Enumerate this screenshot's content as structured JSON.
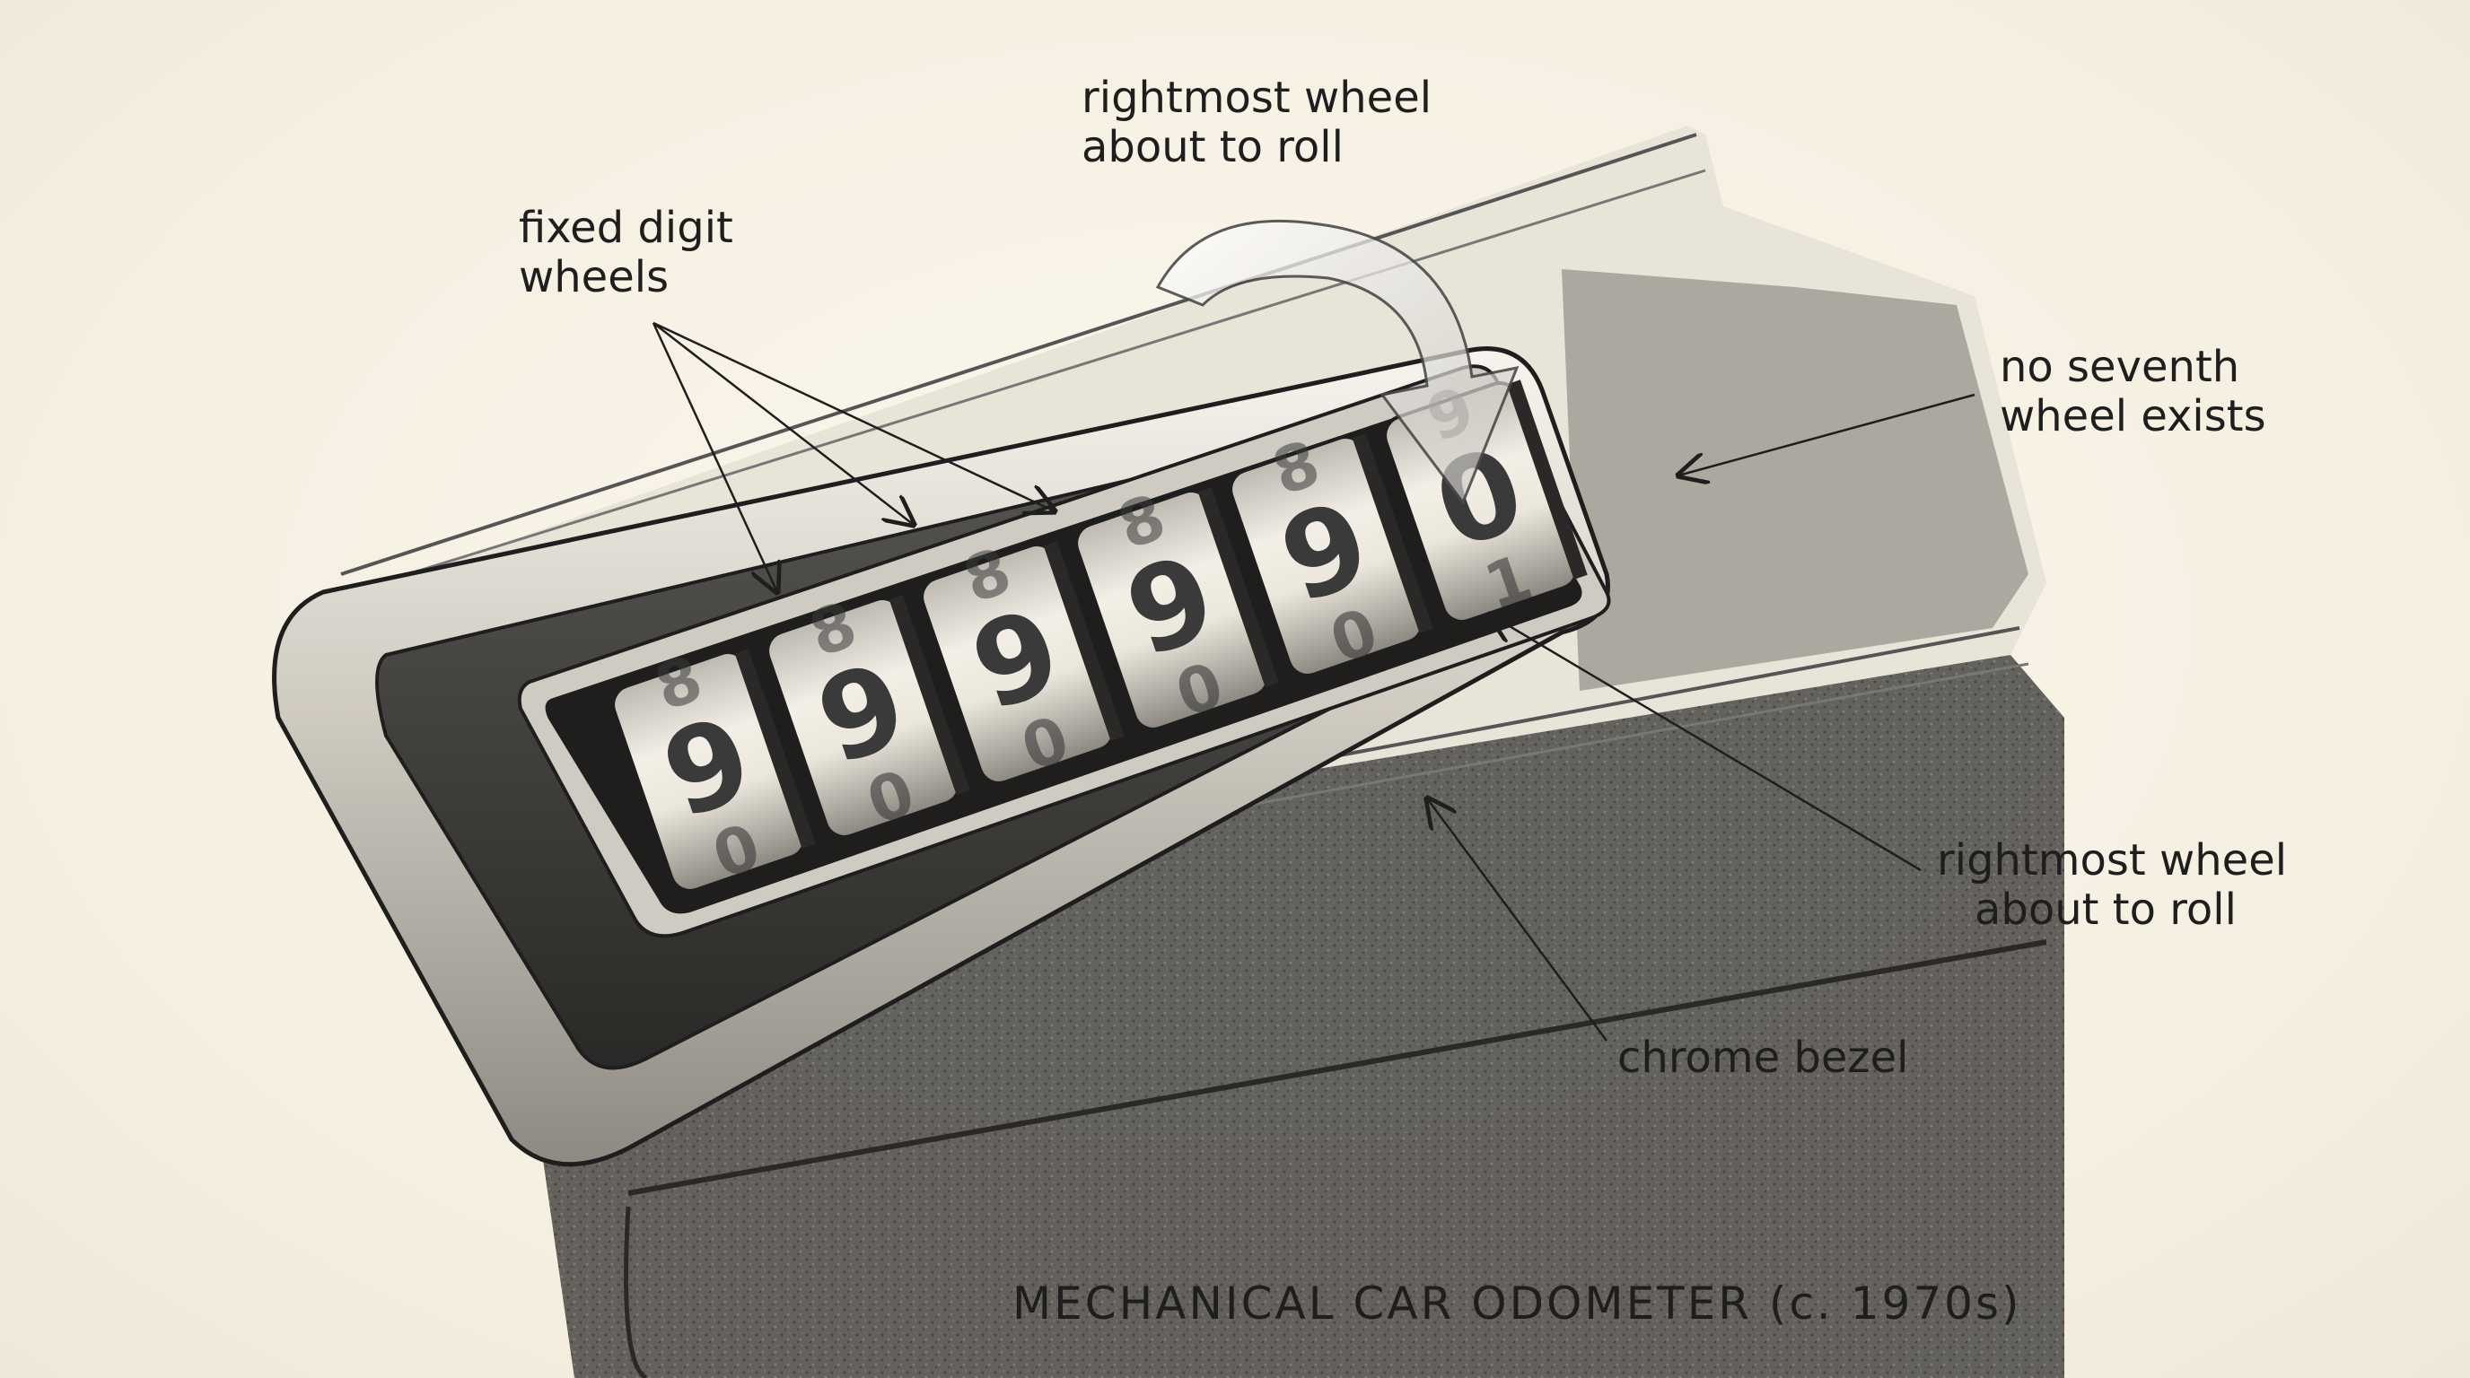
{
  "labels": {
    "rightmost_top_line1": "rightmost wheel",
    "rightmost_top_line2": "about to roll",
    "fixed_line1": "fixed digit",
    "fixed_line2": "wheels",
    "seventh_line1": "no seventh",
    "seventh_line2": "wheel exists",
    "rightmost_lower_line1": "rightmost wheel",
    "rightmost_lower_line2": "about to roll",
    "bezel": "chrome bezel"
  },
  "title": "MECHANICAL CAR ODOMETER (c. 1970s)",
  "wheels": [
    {
      "main": "9",
      "below": "0",
      "above": "8"
    },
    {
      "main": "9",
      "below": "0",
      "above": "8"
    },
    {
      "main": "9",
      "below": "0",
      "above": "8"
    },
    {
      "main": "9",
      "below": "0",
      "above": "8"
    },
    {
      "main": "9",
      "below": "0",
      "above": "8"
    },
    {
      "main": "0",
      "below": "1",
      "above": "9"
    }
  ],
  "colors": {
    "paper": "#f6f1e4",
    "ink": "#1e1e1e",
    "bezel_dark": "#2b2b2b",
    "chrome": "#d8d4cb"
  }
}
